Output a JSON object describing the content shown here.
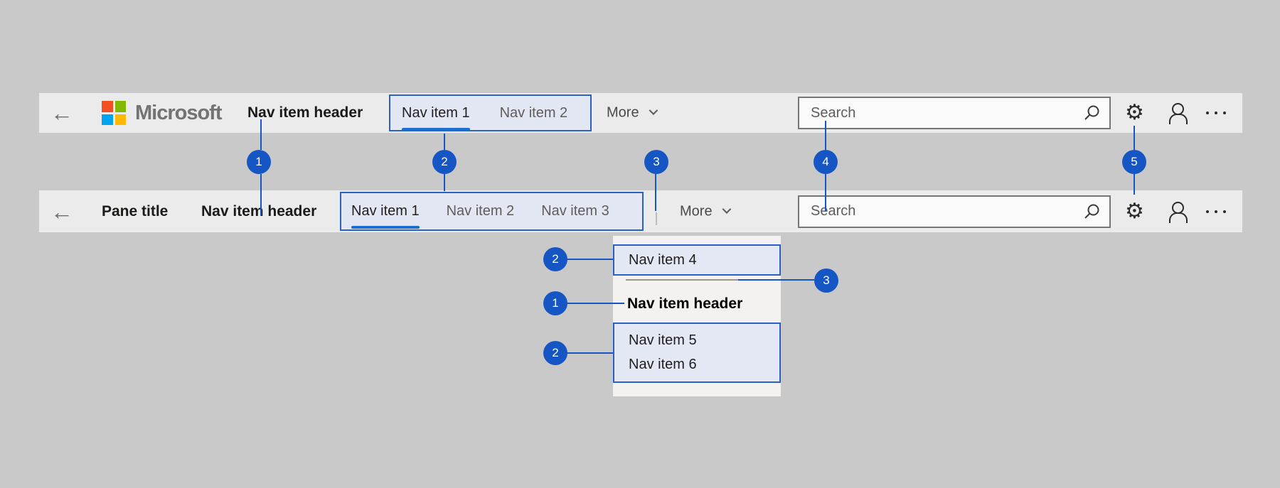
{
  "colors": {
    "accent_blue": "#1656c4",
    "selection_underline": "#1a6fd0",
    "highlight_fill": "#e3e7f3",
    "highlight_border": "#2962c4",
    "bar_background": "#ebebeb",
    "page_background": "#c9c9c9",
    "ms_logo_red": "#f25022",
    "ms_logo_green": "#7fba00",
    "ms_logo_blue": "#00a4ef",
    "ms_logo_yellow": "#ffb900"
  },
  "icons": {
    "back_glyph": "←",
    "gear_glyph": "⚙"
  },
  "top_bar": {
    "logo_text": "Microsoft",
    "nav_item_header": "Nav item header",
    "nav_items": [
      {
        "label": "Nav item 1",
        "selected": true
      },
      {
        "label": "Nav item 2",
        "selected": false
      }
    ],
    "more_label": "More",
    "search_placeholder": "Search"
  },
  "pane_bar": {
    "pane_title": "Pane title",
    "nav_item_header": "Nav item header",
    "nav_items": [
      {
        "label": "Nav item 1",
        "selected": true
      },
      {
        "label": "Nav item 2",
        "selected": false
      },
      {
        "label": "Nav item 3",
        "selected": false
      }
    ],
    "more_label": "More",
    "search_placeholder": "Search"
  },
  "callouts": {
    "n1": "1",
    "n2": "2",
    "n3": "3",
    "n4": "4",
    "n5": "5"
  },
  "menu": {
    "item4": "Nav item 4",
    "header": "Nav item header",
    "item5": "Nav item 5",
    "item6": "Nav item 6",
    "callout_item4": "2",
    "callout_divider": "3",
    "callout_header": "1",
    "callout_items56": "2"
  }
}
